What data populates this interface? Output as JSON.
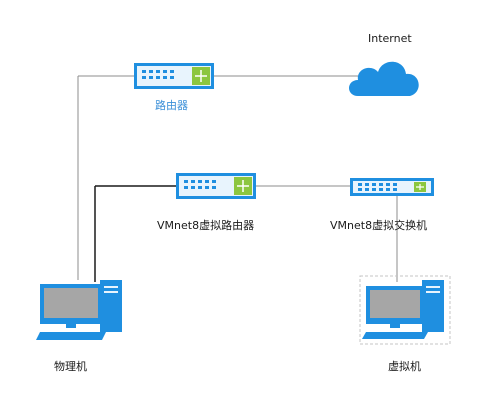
{
  "labels": {
    "internet": "Internet",
    "router": "路由器",
    "vmnet8_router": "VMnet8虚拟路由器",
    "vmnet8_switch": "VMnet8虚拟交换机",
    "physical_machine": "物理机",
    "virtual_machine": "虚拟机"
  },
  "colors": {
    "device_blue": "#1f8fe0",
    "device_light": "#e8f4fd",
    "port_green": "#8cc63f",
    "cloud_blue": "#1f8fe0",
    "screen_gray": "#a6a6a6",
    "line_gray": "#8c8c8c",
    "line_black": "#1a1a1a",
    "router_label_blue": "#3a8fd8"
  },
  "icons": {
    "router": "router-icon",
    "cloud": "cloud-icon",
    "vmnet8_router": "router-icon",
    "vmnet8_switch": "switch-icon",
    "physical_machine": "computer-icon",
    "virtual_machine": "virtual-computer-icon"
  }
}
